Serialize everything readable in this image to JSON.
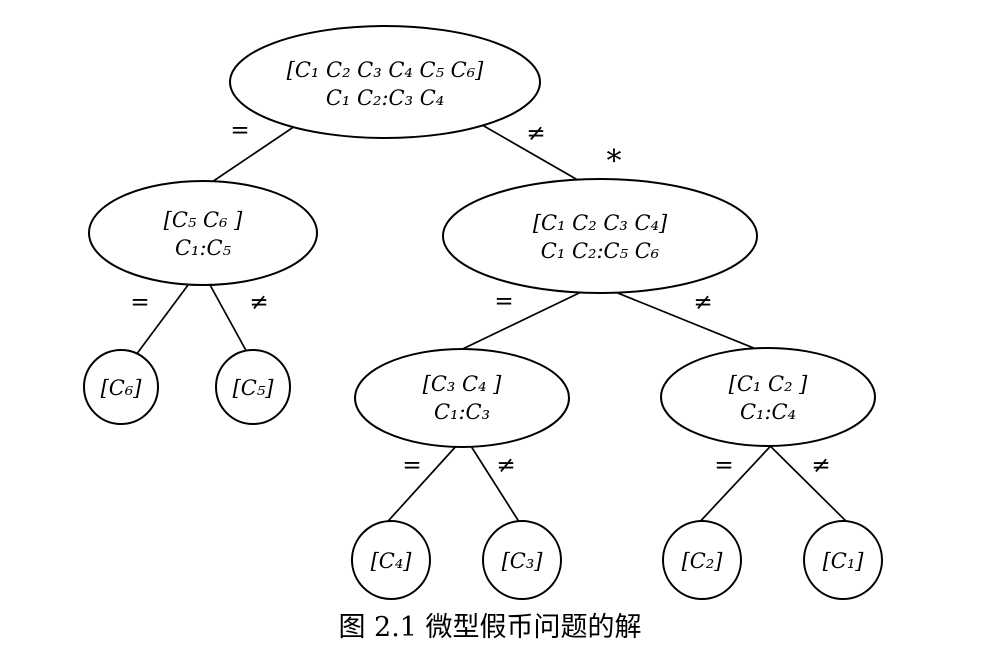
{
  "figure": {
    "caption": "图 2.1  微型假币问题的解",
    "colors": {
      "background": "#ffffff",
      "stroke": "#000000",
      "text": "#000000"
    },
    "tree": {
      "nodes": {
        "root": {
          "line1": "[C₁ C₂ C₃ C₄ C₅ C₆]",
          "line2": "C₁ C₂:C₃ C₄"
        },
        "left": {
          "line1": "[C₅ C₆ ]",
          "line2": "C₁:C₅"
        },
        "right": {
          "line1": "[C₁ C₂ C₃ C₄]",
          "line2": "C₁ C₂:C₅ C₆"
        },
        "mid_left": {
          "line1": "[C₃ C₄ ]",
          "line2": "C₁:C₃"
        },
        "mid_right": {
          "line1": "[C₁ C₂ ]",
          "line2": "C₁:C₄"
        },
        "leaf_c6": {
          "label": "[C₆]"
        },
        "leaf_c5": {
          "label": "[C₅]"
        },
        "leaf_c4": {
          "label": "[C₄]"
        },
        "leaf_c3": {
          "label": "[C₃]"
        },
        "leaf_c2": {
          "label": "[C₂]"
        },
        "leaf_c1": {
          "label": "[C₁]"
        }
      },
      "edge_labels": {
        "root_left": "=",
        "root_right": "≠",
        "right_annotation": "*",
        "left_eq": "=",
        "left_ne": "≠",
        "right_eq": "=",
        "right_ne": "≠",
        "mid_left_eq": "=",
        "mid_left_ne": "≠",
        "mid_right_eq": "=",
        "mid_right_ne": "≠"
      }
    }
  }
}
